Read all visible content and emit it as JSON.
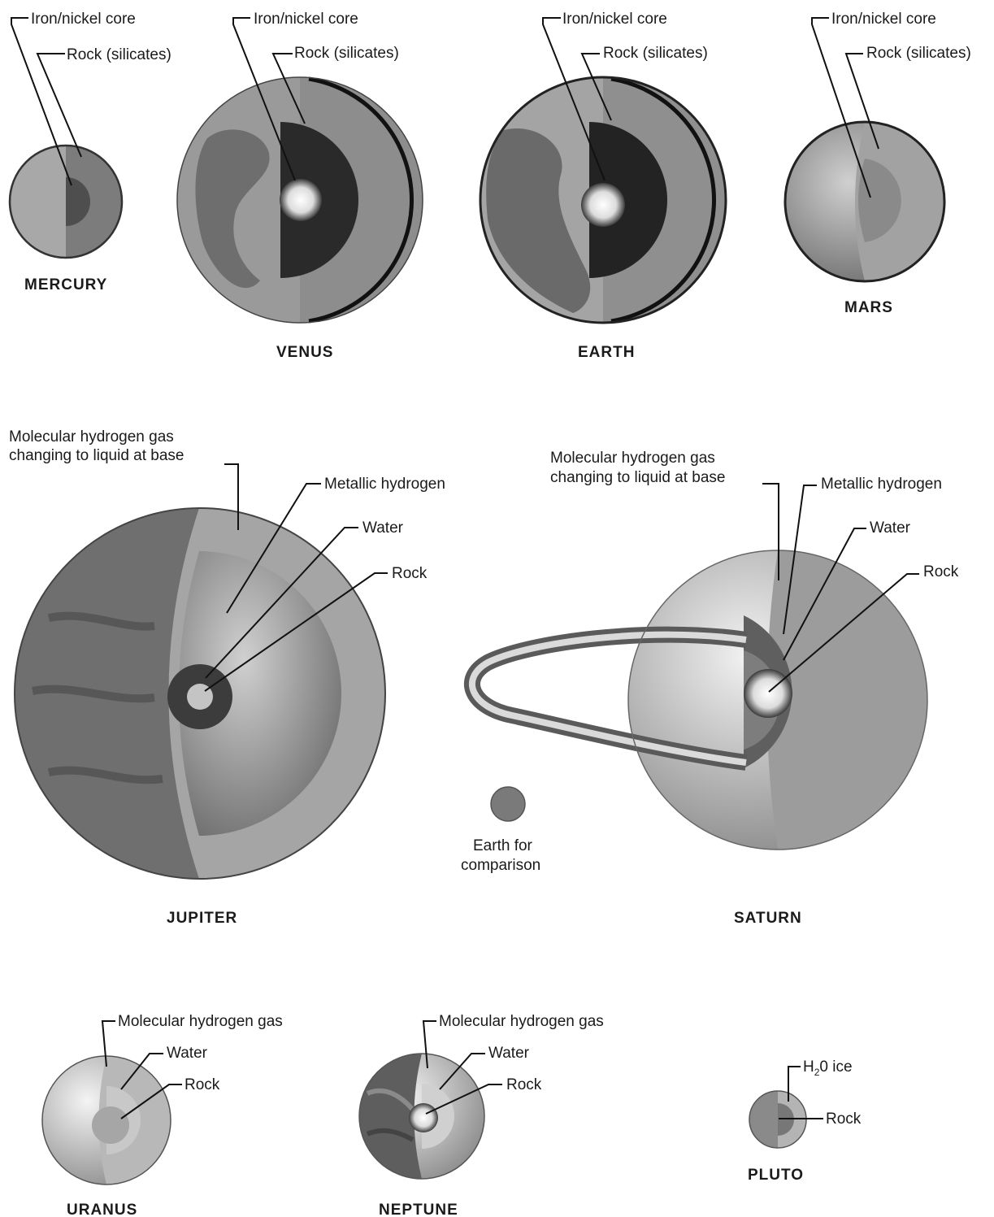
{
  "planets": {
    "mercury": {
      "name": "MERCURY",
      "core": "Iron/nickel core",
      "rock": "Rock (silicates)"
    },
    "venus": {
      "name": "VENUS",
      "core": "Iron/nickel core",
      "rock": "Rock (silicates)"
    },
    "earth": {
      "name": "EARTH",
      "core": "Iron/nickel core",
      "rock": "Rock (silicates)"
    },
    "mars": {
      "name": "MARS",
      "core": "Iron/nickel core",
      "rock": "Rock (silicates)"
    },
    "jupiter": {
      "name": "JUPITER",
      "gas_line1": "Molecular hydrogen gas",
      "gas_line2": "changing to liquid at base",
      "metallic": "Metallic hydrogen",
      "water": "Water",
      "rock": "Rock"
    },
    "saturn": {
      "name": "SATURN",
      "gas_line1": "Molecular hydrogen gas",
      "gas_line2": "changing to liquid at base",
      "metallic": "Metallic hydrogen",
      "water": "Water",
      "rock": "Rock"
    },
    "uranus": {
      "name": "URANUS",
      "gas": "Molecular hydrogen gas",
      "water": "Water",
      "rock": "Rock"
    },
    "neptune": {
      "name": "NEPTUNE",
      "gas": "Molecular hydrogen gas",
      "water": "Water",
      "rock": "Rock"
    },
    "pluto": {
      "name": "PLUTO",
      "ice_h": "H",
      "ice_sub": "2",
      "ice_rest": "0 ice",
      "rock": "Rock"
    }
  },
  "earth_comparison": {
    "line1": "Earth for",
    "line2": "comparison"
  }
}
